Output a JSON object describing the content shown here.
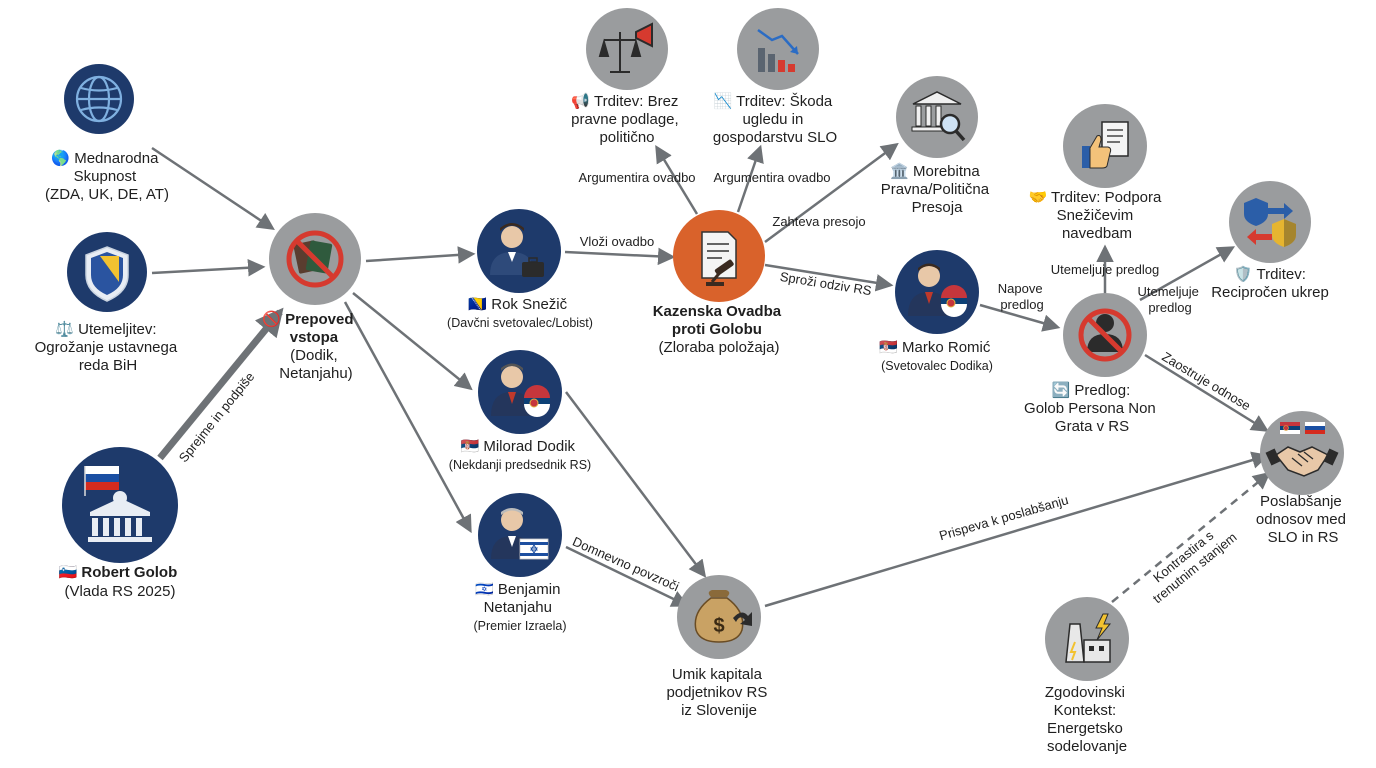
{
  "nodes": {
    "mednarodna": {
      "icon": "globe-icon",
      "lines": [
        "🌎 Mednarodna",
        "Skupnost",
        "(ZDA, UK, DE, AT)"
      ]
    },
    "utemeljitev": {
      "icon": "shield-icon",
      "lines": [
        "⚖️ Utemeljitev:",
        "Ogrožanje ustavnega",
        "reda BiH"
      ]
    },
    "golob": {
      "icon": "government-building-icon",
      "lines": [
        "🇸🇮 Robert Golob",
        "(Vlada RS 2025)"
      ]
    },
    "prepoved": {
      "icon": "banned-passport-icon",
      "lines": [
        "🚫 Prepoved",
        "vstopa",
        "(Dodik,",
        "Netanjahu)"
      ]
    },
    "snezic": {
      "icon": "businessman-icon",
      "lines": [
        "🇧🇦 Rok Snežič",
        "(Davčni svetovalec/Lobist)"
      ]
    },
    "dodik": {
      "icon": "politician-icon",
      "lines": [
        "🇷🇸 Milorad Dodik",
        "(Nekdanji predsednik RS)"
      ]
    },
    "netanjahu": {
      "icon": "politician-icon",
      "lines": [
        "🇮🇱 Benjamin",
        "Netanjahu",
        "(Premier Izraela)"
      ]
    },
    "ovadba": {
      "icon": "gavel-document-icon",
      "lines": [
        "Kazenska Ovadba",
        "proti Golobu",
        "(Zloraba položaja)"
      ]
    },
    "trditev_brez": {
      "icon": "scales-megaphone-icon",
      "lines": [
        "📢 Trditev: Brez",
        "pravne podlage,",
        "politično"
      ]
    },
    "trditev_skoda": {
      "icon": "declining-chart-icon",
      "lines": [
        "📉 Trditev: Škoda",
        "ugledu in",
        "gospodarstvu SLO"
      ]
    },
    "presoja": {
      "icon": "courthouse-magnifier-icon",
      "lines": [
        "🏛️ Morebitna",
        "Pravna/Politična",
        "Presoja"
      ]
    },
    "romic": {
      "icon": "politician-icon",
      "lines": [
        "🇷🇸 Marko Romić",
        "(Svetovalec Dodika)"
      ]
    },
    "predlog": {
      "icon": "banned-person-icon",
      "lines": [
        "🔄 Predlog:",
        "Golob Persona Non",
        "Grata v RS"
      ]
    },
    "podpora": {
      "icon": "thumbs-up-document-icon",
      "lines": [
        "🤝 Trditev: Podpora",
        "Snežičevim",
        "navedbam"
      ]
    },
    "recipro": {
      "icon": "exchange-shield-icon",
      "lines": [
        "🛡️ Trditev:",
        "Recipročen ukrep"
      ]
    },
    "kapital": {
      "icon": "money-bag-icon",
      "lines": [
        "Umik kapitala",
        "podjetnikov RS",
        "iz Slovenije"
      ]
    },
    "poslab": {
      "icon": "handshake-icon",
      "lines": [
        "Poslabšanje",
        "odnosov med",
        "SLO in RS"
      ]
    },
    "kontekst": {
      "icon": "power-plant-icon",
      "lines": [
        "Zgodovinski",
        "Kontekst:",
        "Energetsko",
        "sodelovanje"
      ]
    }
  },
  "edges": {
    "golob_prepoved": "Sprejme in podpiše",
    "snezic_ovadba": "Vloži ovadbo",
    "ovadba_brez": "Argumentira ovadbo",
    "ovadba_skoda": "Argumentira ovadbo",
    "ovadba_presoja": "Zahteva presojo",
    "ovadba_romic": "Sproži odziv RS",
    "romic_predlog": [
      "Napove",
      "predlog"
    ],
    "predlog_podpora": "Utemeljuje predlog",
    "predlog_recipro": [
      "Utemeljuje",
      "predlog"
    ],
    "predlog_poslab": "Zaostruje odnose",
    "netanjahu_kapital": "Domnevno povzroči",
    "kapital_poslab": "Prispeva k poslabšanju",
    "kontekst_poslab": [
      "Kontrastira s",
      "trenutnim stanjem"
    ]
  },
  "colors": {
    "navy": "#1e3a6b",
    "grey": "#9a9c9e",
    "orange": "#d9622b",
    "arrow": "#6e7276"
  }
}
